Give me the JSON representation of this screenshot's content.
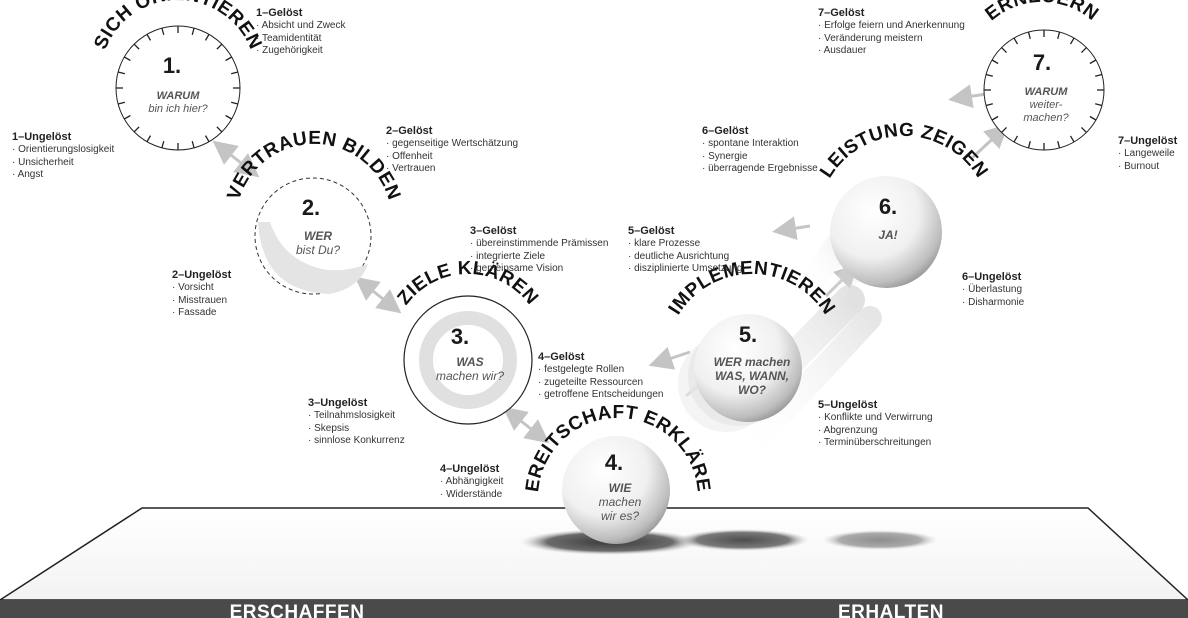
{
  "stages": [
    {
      "title": "SICH ORIENTIEREN",
      "number": "1.",
      "question_lines": [
        "WARUM",
        "bin ich hier?"
      ]
    },
    {
      "title": "VERTRAUEN BILDEN",
      "number": "2.",
      "question_lines": [
        "WER",
        "bist Du?"
      ]
    },
    {
      "title": "ZIELE KLÄREN",
      "number": "3.",
      "question_lines": [
        "WAS",
        "machen wir?"
      ]
    },
    {
      "title": "BEREITSCHAFT ERKLÄREN",
      "number": "4.",
      "question_lines": [
        "WIE",
        "machen",
        "wir es?"
      ]
    },
    {
      "title": "IMPLEMENTIEREN",
      "number": "5.",
      "question_lines": [
        "WER machen",
        "WAS, WANN,",
        "WO?"
      ]
    },
    {
      "title": "LEISTUNG ZEIGEN",
      "number": "6.",
      "question_lines": [
        "JA!"
      ]
    },
    {
      "title": "ERNEUERN",
      "number": "7.",
      "question_lines": [
        "WARUM",
        "weiter-",
        "machen?"
      ]
    }
  ],
  "notes": {
    "g1": {
      "heading": "1–Gelöst",
      "items": [
        "Absicht und Zweck",
        "Teamidentität",
        "Zugehörigkeit"
      ]
    },
    "u1": {
      "heading": "1–Ungelöst",
      "items": [
        "Orientierungslosigkeit",
        "Unsicherheit",
        "Angst"
      ]
    },
    "g2": {
      "heading": "2–Gelöst",
      "items": [
        "gegenseitige Wertschätzung",
        "Offenheit",
        "Vertrauen"
      ]
    },
    "u2": {
      "heading": "2–Ungelöst",
      "items": [
        "Vorsicht",
        "Misstrauen",
        "Fassade"
      ]
    },
    "g3": {
      "heading": "3–Gelöst",
      "items": [
        "übereinstimmende Prämissen",
        "integrierte Ziele",
        "gemeinsame Vision"
      ]
    },
    "u3": {
      "heading": "3–Ungelöst",
      "items": [
        "Teilnahmslosigkeit",
        "Skepsis",
        "sinnlose Konkurrenz"
      ]
    },
    "g4": {
      "heading": "4–Gelöst",
      "items": [
        "festgelegte Rollen",
        "zugeteilte Ressourcen",
        "getroffene Entscheidungen"
      ]
    },
    "u4": {
      "heading": "4–Ungelöst",
      "items": [
        "Abhängigkeit",
        "Widerstände"
      ]
    },
    "g5": {
      "heading": "5–Gelöst",
      "items": [
        "klare Prozesse",
        "deutliche Ausrichtung",
        "disziplinierte Umsetzung"
      ]
    },
    "u5": {
      "heading": "5–Ungelöst",
      "items": [
        "Konflikte und Verwirrung",
        "Abgrenzung",
        "Terminüberschreitungen"
      ]
    },
    "g6": {
      "heading": "6–Gelöst",
      "items": [
        "spontane Interaktion",
        "Synergie",
        "überragende Ergebnisse"
      ]
    },
    "u6": {
      "heading": "6–Ungelöst",
      "items": [
        "Überlastung",
        "Disharmonie"
      ]
    },
    "g7": {
      "heading": "7–Gelöst",
      "items": [
        "Erfolge feiern und Anerkennung",
        "Veränderung meistern",
        "Ausdauer"
      ]
    },
    "u7": {
      "heading": "7–Ungelöst",
      "items": [
        "Langeweile",
        "Burnout"
      ]
    }
  },
  "bands": {
    "left": "ERSCHAFFEN",
    "right": "ERHALTEN"
  },
  "colors": {
    "band": "#4a4a4a",
    "arrow": "#c4c4c4",
    "ball_light": "#ffffff",
    "ball_dark": "#8a8a8a",
    "shadow": "#555555"
  }
}
